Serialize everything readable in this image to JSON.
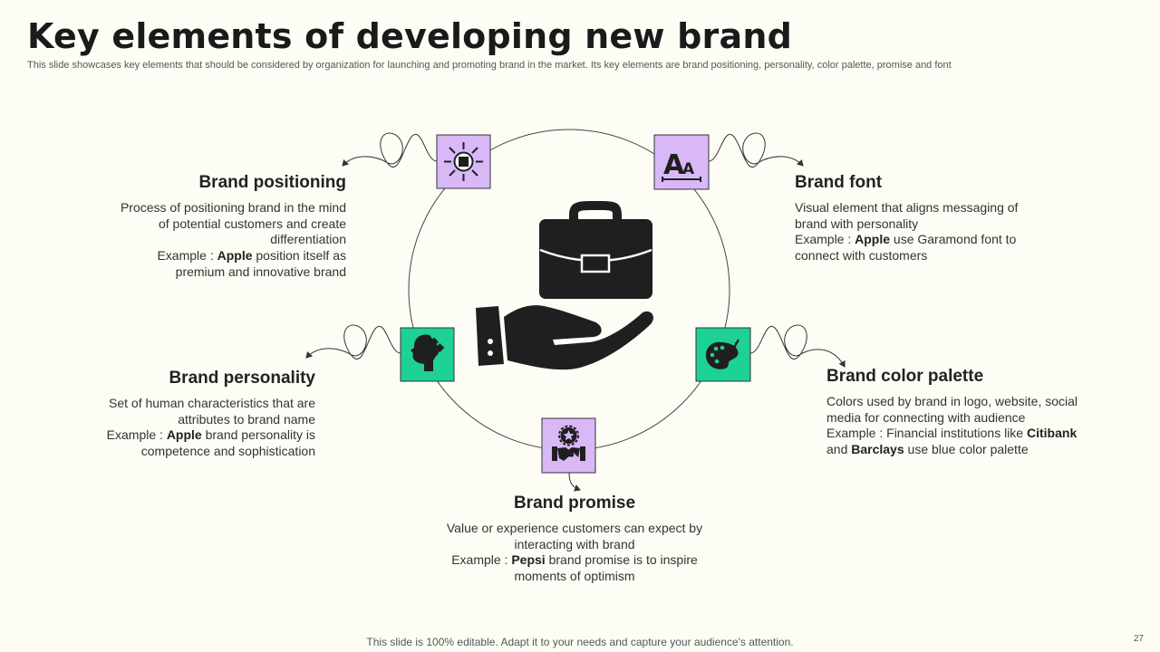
{
  "title": "Key elements of developing new brand",
  "subtitle": "This slide showcases key elements that should be considered by organization for launching and promoting brand in the market. Its key elements are brand positioning, personality, color palette, promise and font",
  "colors": {
    "purple_box": "#d9b8f7",
    "green_box": "#1ed196",
    "icon_dark": "#1f1f1f",
    "background": "#fdfdf6"
  },
  "center_icon": "briefcase-in-hand-icon",
  "elements": {
    "positioning": {
      "icon": "box-with-arrows-icon",
      "heading": "Brand positioning",
      "desc": "Process of positioning brand in the mind of potential customers and create differentiation",
      "example_prefix": "Example : ",
      "example_bold": "Apple",
      "example_suffix": " position itself as premium and innovative  brand"
    },
    "font": {
      "icon": "font-letters-icon",
      "heading": "Brand font",
      "desc": "Visual element that aligns messaging of brand with personality",
      "example_prefix": "Example : ",
      "example_bold": "Apple",
      "example_suffix": " use Garamond font to connect with customers"
    },
    "personality": {
      "icon": "head-with-puzzle-icon",
      "heading": "Brand personality",
      "desc": "Set of human characteristics that are attributes to brand name",
      "example_prefix": "Example : ",
      "example_bold": "Apple",
      "example_suffix": " brand personality is competence and sophistication"
    },
    "color_palette": {
      "icon": "palette-icon",
      "heading": "Brand color palette",
      "desc": "Colors used by brand in logo, website, social media for connecting with audience",
      "example_prefix": "Example : Financial institutions like ",
      "example_bold": "Citibank",
      "example_mid": " and ",
      "example_bold2": "Barclays",
      "example_suffix": " use blue color palette"
    },
    "promise": {
      "icon": "handshake-badge-icon",
      "heading": "Brand promise",
      "desc": "Value or experience customers can expect by interacting with brand",
      "example_prefix": "Example : ",
      "example_bold": "Pepsi",
      "example_suffix": " brand promise is to inspire moments of optimism"
    }
  },
  "footer": "This slide is 100% editable. Adapt it to your needs and capture your audience's attention.",
  "page_number": "27"
}
